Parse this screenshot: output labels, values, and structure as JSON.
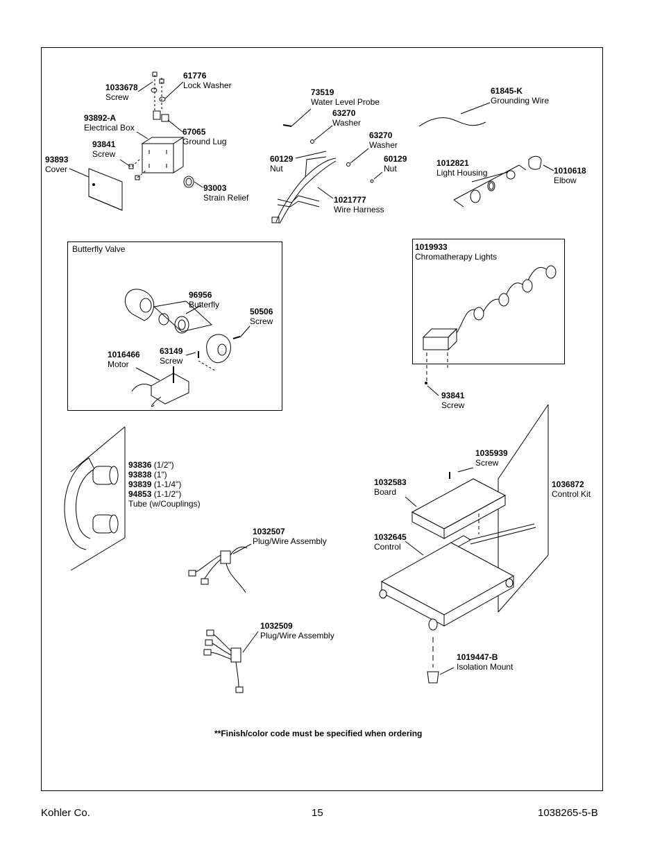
{
  "frame": {
    "parts": [
      {
        "id": "p1033678",
        "number": "1033678",
        "description": "Screw"
      },
      {
        "id": "p61776",
        "number": "61776",
        "description": "Lock Washer"
      },
      {
        "id": "p93892a",
        "number": "93892-A",
        "description": "Electrical Box"
      },
      {
        "id": "p67065",
        "number": "67065",
        "description": "Ground Lug"
      },
      {
        "id": "p93841a",
        "number": "93841",
        "description": "Screw"
      },
      {
        "id": "p93893",
        "number": "93893",
        "description": "Cover"
      },
      {
        "id": "p93003",
        "number": "93003",
        "description": "Strain Relief"
      },
      {
        "id": "p73519",
        "number": "73519",
        "description": "Water Level Probe"
      },
      {
        "id": "p63270a",
        "number": "63270",
        "description": "Washer"
      },
      {
        "id": "p63270b",
        "number": "63270",
        "description": "Washer"
      },
      {
        "id": "p60129a",
        "number": "60129",
        "description": "Nut"
      },
      {
        "id": "p60129b",
        "number": "60129",
        "description": "Nut"
      },
      {
        "id": "p1021777",
        "number": "1021777",
        "description": "Wire Harness"
      },
      {
        "id": "p61845k",
        "number": "61845-K",
        "description": "Grounding Wire"
      },
      {
        "id": "p1012821",
        "number": "1012821",
        "description": "Light Housing"
      },
      {
        "id": "p1010618",
        "number": "1010618",
        "description": "Elbow"
      },
      {
        "id": "p96956",
        "number": "96956",
        "description": "Butterfly"
      },
      {
        "id": "p50506",
        "number": "50506",
        "description": "Screw"
      },
      {
        "id": "p1016466",
        "number": "1016466",
        "description": "Motor"
      },
      {
        "id": "p63149",
        "number": "63149",
        "description": "Screw"
      },
      {
        "id": "p1019933",
        "number": "1019933",
        "description": "Chromatherapy Lights"
      },
      {
        "id": "p93841b",
        "number": "93841",
        "description": "Screw"
      },
      {
        "id": "p1035939",
        "number": "1035939",
        "description": "Screw"
      },
      {
        "id": "p1032583",
        "number": "1032583",
        "description": "Board"
      },
      {
        "id": "p1036872",
        "number": "1036872",
        "description": "Control Kit"
      },
      {
        "id": "p1032645",
        "number": "1032645",
        "description": "Control"
      },
      {
        "id": "p1032507",
        "number": "1032507",
        "description": "Plug/Wire Assembly"
      },
      {
        "id": "p1032509",
        "number": "1032509",
        "description": "Plug/Wire Assembly"
      },
      {
        "id": "p1019447b",
        "number": "1019447-B",
        "description": "Isolation Mount"
      }
    ],
    "butterfly_box_title": "Butterfly Valve",
    "tube": {
      "sizes": [
        {
          "number": "93836",
          "size": " (1/2\")"
        },
        {
          "number": "93838",
          "size": " (1\")"
        },
        {
          "number": "93839",
          "size": " (1-1/4\")"
        },
        {
          "number": "94853",
          "size": " (1-1/2\")"
        }
      ],
      "description": "Tube (w/Couplings)"
    },
    "note": "**Finish/color code must be specified when ordering"
  },
  "footer": {
    "company": "Kohler Co.",
    "page_number": "15",
    "doc_number": "1038265-5-B"
  }
}
